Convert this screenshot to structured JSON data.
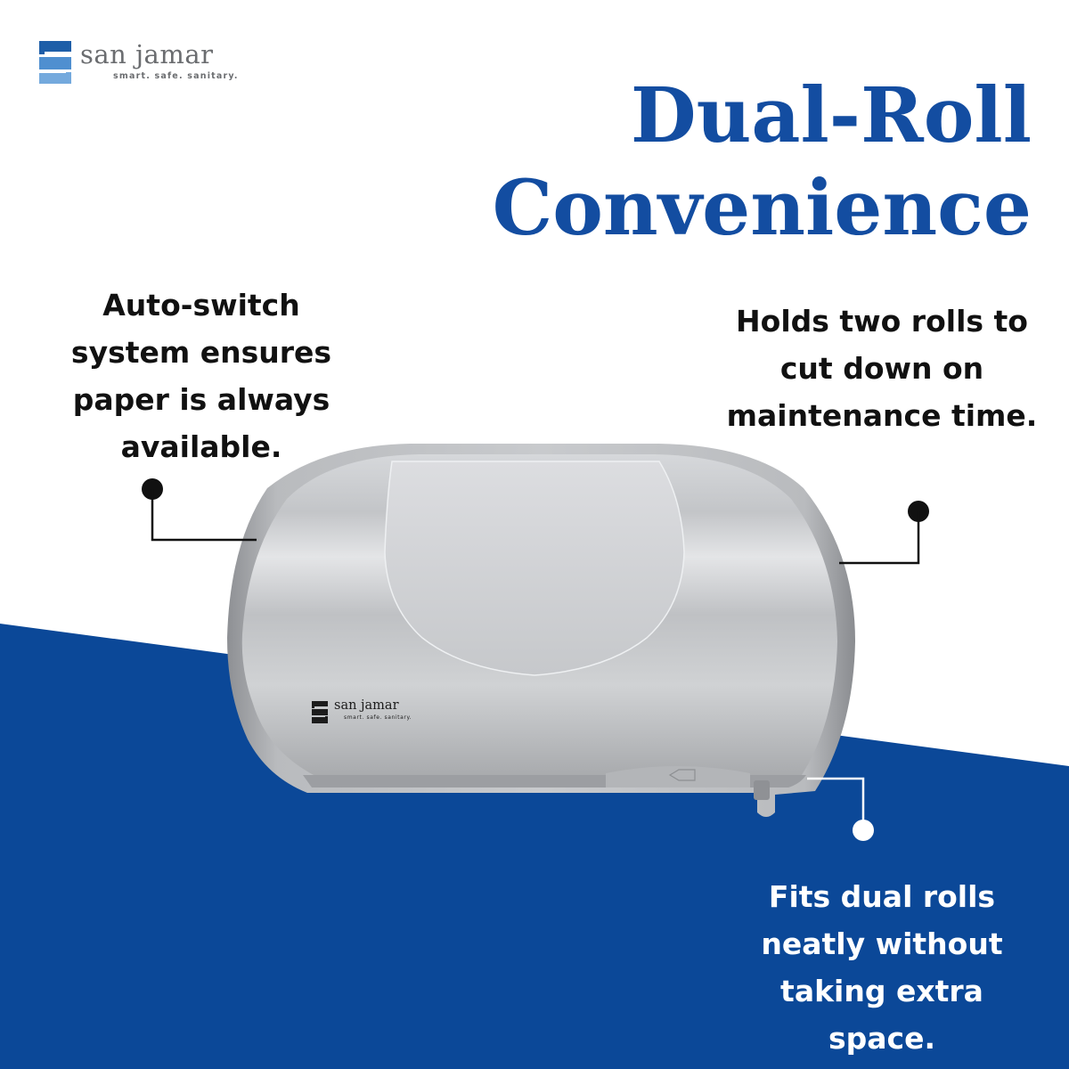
{
  "brand": {
    "name": "san jamar",
    "tagline": "smart.  safe.  sanitary.",
    "colors": {
      "primary_blue": "#134da1",
      "band_blue": "#0b4898",
      "logo_dark": "#1e5ea8",
      "logo_light": "#74a9dd",
      "logo_text": "#6b6d70"
    }
  },
  "headline": {
    "line1": "Dual-Roll",
    "line2": "Convenience"
  },
  "callouts": {
    "left": [
      "Auto-switch",
      "system ensures",
      "paper is always",
      "available."
    ],
    "right": [
      "Holds two rolls to",
      "cut down on",
      "maintenance time."
    ],
    "bottom": [
      "Fits dual rolls",
      "neatly without",
      "taking extra",
      "space."
    ]
  },
  "product": {
    "logo_name": "san jamar",
    "logo_tagline": "smart.  safe.  sanitary.",
    "icon": "double-roll-tissue-dispenser"
  }
}
